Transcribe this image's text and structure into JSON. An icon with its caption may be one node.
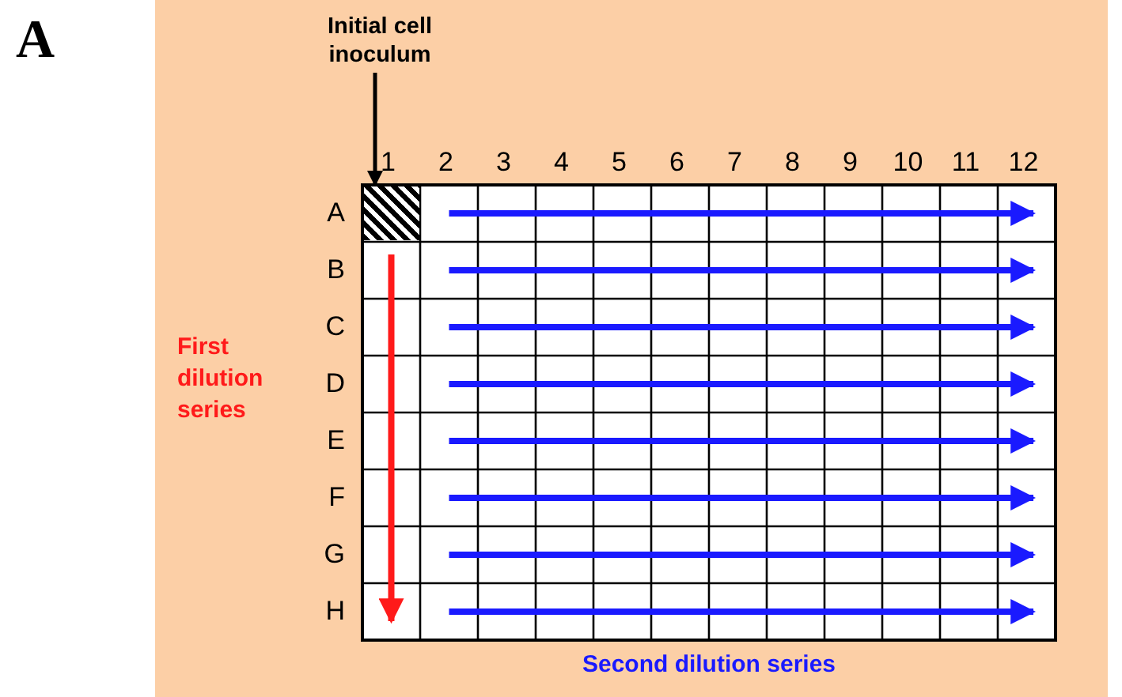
{
  "diagram": {
    "nodes": [
      {
        "text": [
          "Initial cell inoculum"
        ]
      },
      {
        "text": [],
        "shape": "box"
      }
    ],
    "edges": [
      {
        "from": 0,
        "to": 1,
        "arrow": "to"
      }
    ],
    "labels": [
      "A",
      "1",
      "2",
      "3",
      "4",
      "5",
      "6",
      "7",
      "8",
      "9",
      "10",
      "11",
      "12",
      "A",
      "B",
      "C",
      "D",
      "E",
      "F",
      "G",
      "H",
      "First dilution series",
      "Second dilution series"
    ]
  }
}
